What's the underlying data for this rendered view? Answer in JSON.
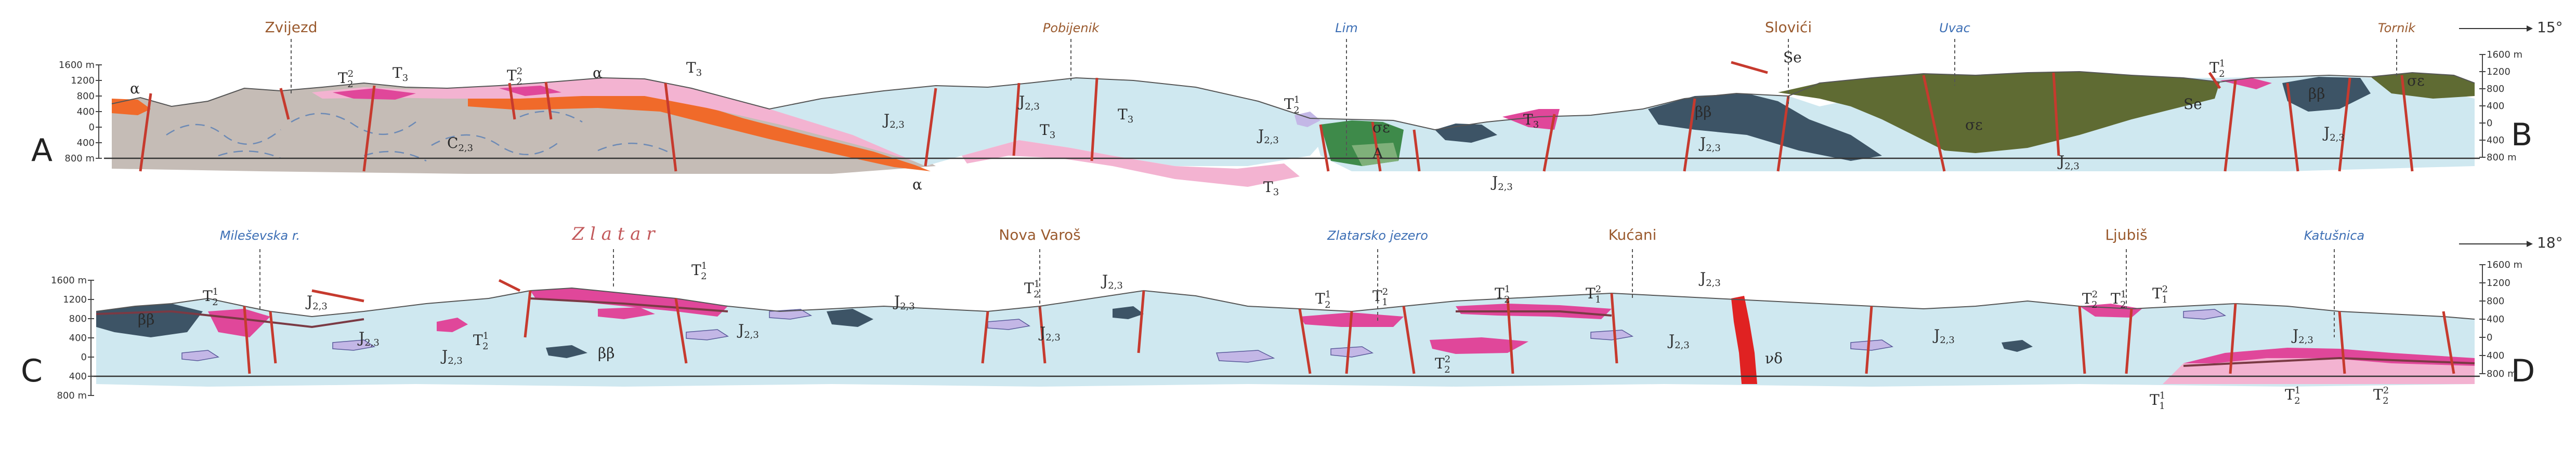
{
  "sections": {
    "top": {
      "start": "A",
      "end": "B",
      "longitude": "15°"
    },
    "bottom": {
      "start": "C",
      "end": "D",
      "longitude": "18°"
    }
  },
  "top_places": [
    {
      "name": "Zvijezd",
      "color": "#9a5a2e",
      "style": "sans"
    },
    {
      "name": "Pobijenik",
      "color": "#9a5a2e",
      "style": "italic"
    },
    {
      "name": "Lim",
      "color": "#3d6fb5",
      "style": "italic"
    },
    {
      "name": "Slovići",
      "color": "#9a5a2e",
      "style": "sans"
    },
    {
      "name": "Uvac",
      "color": "#3d6fb5",
      "style": "italic"
    },
    {
      "name": "Tornik",
      "color": "#9a5a2e",
      "style": "italic"
    }
  ],
  "bottom_places": [
    {
      "name": "Mileševska r.",
      "color": "#3d6fb5",
      "style": "italic"
    },
    {
      "name": "Z l a t a r",
      "color": "#c2585a",
      "style": "serif"
    },
    {
      "name": "Nova Varoš",
      "color": "#9a5a2e",
      "style": "sans"
    },
    {
      "name": "Zlatarsko jezero",
      "color": "#3d6fb5",
      "style": "italic"
    },
    {
      "name": "Kućani",
      "color": "#9a5a2e",
      "style": "sans"
    },
    {
      "name": "Ljubiš",
      "color": "#9a5a2e",
      "style": "sans"
    },
    {
      "name": "Katušnica",
      "color": "#3d6fb5",
      "style": "italic"
    }
  ],
  "scale_top_left": [
    "1600 m",
    "1200",
    "800",
    "400",
    "0",
    "400",
    "800 m"
  ],
  "scale_top_right": [
    "1600 m",
    "1200",
    "800",
    "400",
    "0",
    "400",
    "800 m"
  ],
  "scale_bottom_left": [
    "1600 m",
    "1200",
    "800",
    "400",
    "0",
    "400",
    "800 m"
  ],
  "scale_bottom_right": [
    "1600 m",
    "1200",
    "800",
    "400",
    "0",
    "400",
    "800 m"
  ],
  "units": {
    "alpha": "α",
    "c23_main": "C",
    "c23_sub": "2,3",
    "j23_main": "J",
    "j23_sub": "2,3",
    "t3_main": "T",
    "t3_sub": "3",
    "t2_main": "T",
    "t2_1": "1",
    "t2_2": "2",
    "t2_sub": "2",
    "t1_main": "T",
    "t1_1": "1",
    "t1_2": "2",
    "t1_sub": "1",
    "bb": "ββ",
    "se": "Se",
    "oe": "σε",
    "a": "A",
    "vd": "νδ"
  },
  "colors": {
    "paleozoic": "#c5bcb6",
    "jurassic": "#cfe8f0",
    "triassic_pink": "#f3b3d1",
    "triassic_magenta": "#e0479a",
    "alpha_orange": "#f06a2a",
    "basalt": "#3d5466",
    "serpentine": "#5f6b33",
    "green": "#3e8a4a",
    "lens_lilac": "#c3b7e6",
    "fault": "#c63a2e",
    "intrusive": "#e02222"
  }
}
